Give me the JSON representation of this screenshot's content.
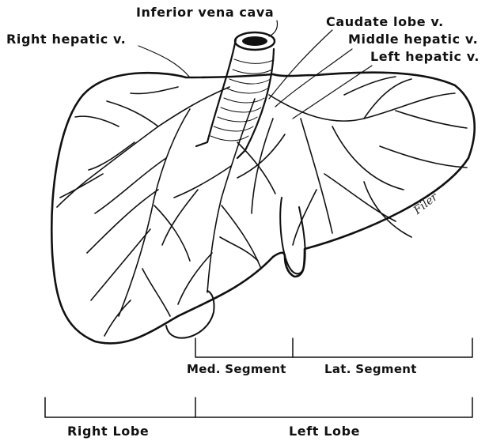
{
  "labels": {
    "ivc": "Inferior vena cava",
    "caudate": "Caudate lobe v.",
    "middle": "Middle hepatic v.",
    "left": "Left hepatic v.",
    "right": "Right hepatic v.",
    "med_segment": "Med. Segment",
    "lat_segment": "Lat. Segment",
    "right_lobe": "Right Lobe",
    "left_lobe": "Left Lobe"
  },
  "signature": "Filer",
  "colors": {
    "ink": "#111111",
    "background": "#ffffff"
  }
}
